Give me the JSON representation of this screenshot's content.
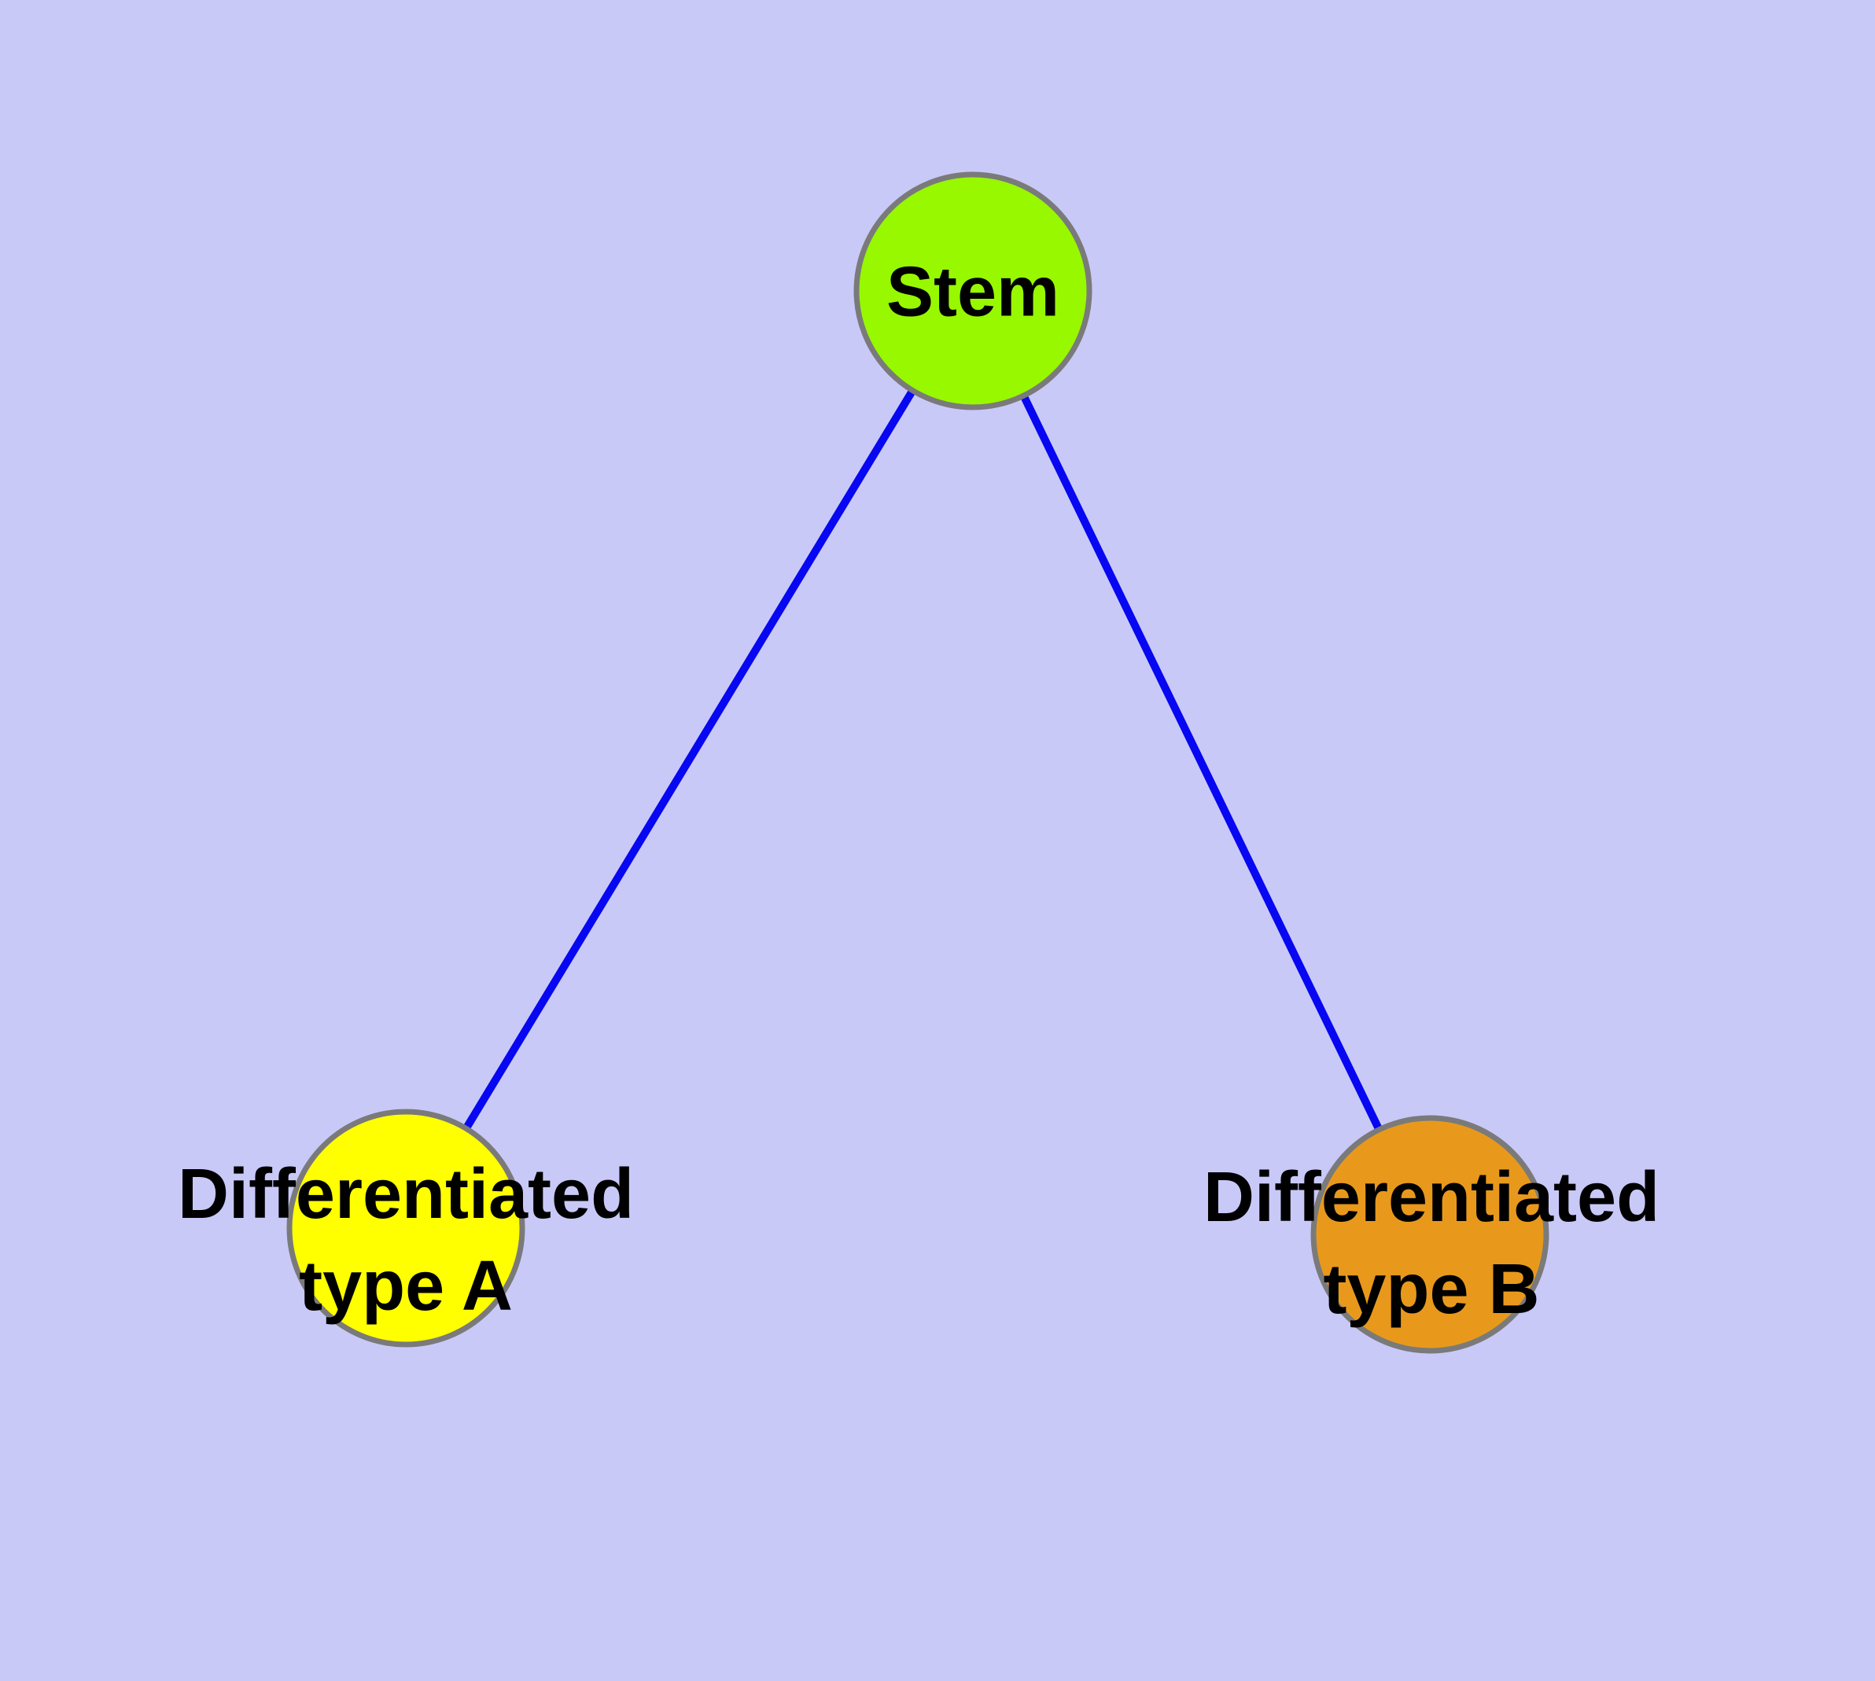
{
  "diagram": {
    "type": "graph",
    "background_color": "#C9C9F8",
    "edge_color": "#0707F2",
    "node_border_color": "#7A7A7A",
    "text_color": "#000000",
    "nodes": [
      {
        "id": "stem",
        "label": "Stem",
        "fill": "#97F800"
      },
      {
        "id": "differentiated-type-a",
        "label": "Differentiated\ntype A",
        "fill": "#FFFF00"
      },
      {
        "id": "differentiated-type-b",
        "label": "Differentiated\ntype B",
        "fill": "#E8991C"
      }
    ],
    "edges": [
      {
        "from": "stem",
        "to": "differentiated-type-a"
      },
      {
        "from": "stem",
        "to": "differentiated-type-b"
      }
    ]
  }
}
